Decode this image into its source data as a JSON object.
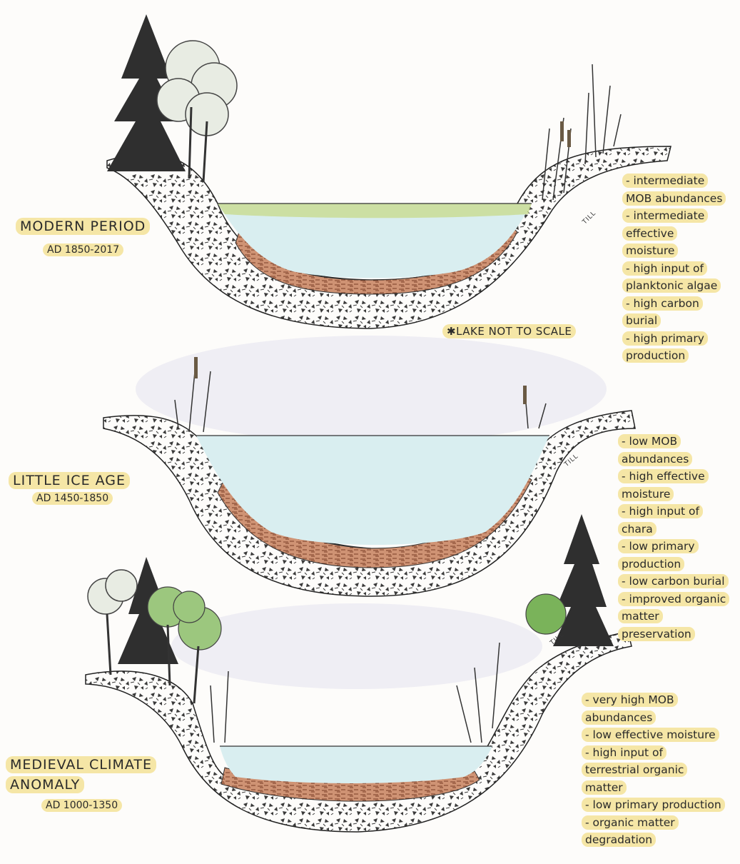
{
  "scale_note": "✱LAKE NOT TO SCALE",
  "till_label": "TILL",
  "periods": [
    {
      "name": "MODERN PERIOD",
      "dates": "AD 1850-2017",
      "notes": [
        "- intermediate",
        "MOB abundances",
        "- intermediate",
        "effective",
        "moisture",
        "- high input of",
        "planktonic algae",
        "- high carbon",
        "burial",
        "- high primary",
        "production"
      ]
    },
    {
      "name": "LITTLE ICE AGE",
      "dates": "AD 1450-1850",
      "notes": [
        "- low MOB",
        "abundances",
        "- high effective",
        "moisture",
        "- high input of",
        "chara",
        "- low primary",
        "production",
        "- low carbon burial",
        "- improved organic",
        "matter",
        "preservation"
      ]
    },
    {
      "name_line1": "MEDIEVAL CLIMATE",
      "name_line2": "ANOMALY",
      "dates": "AD 1000-1350",
      "notes": [
        "- very high MOB",
        "abundances",
        "- low effective moisture",
        "- high input of",
        "terrestrial organic",
        "matter",
        "- low primary production",
        "- organic matter",
        "degradation"
      ]
    }
  ],
  "colors": {
    "highlight": "#f5e6a6",
    "water": "#d9eef0",
    "sediment": "#c98a6a",
    "algae": "#c7d98a",
    "conifer": "#2f2f2f",
    "tree_green": "#7ab35a"
  }
}
